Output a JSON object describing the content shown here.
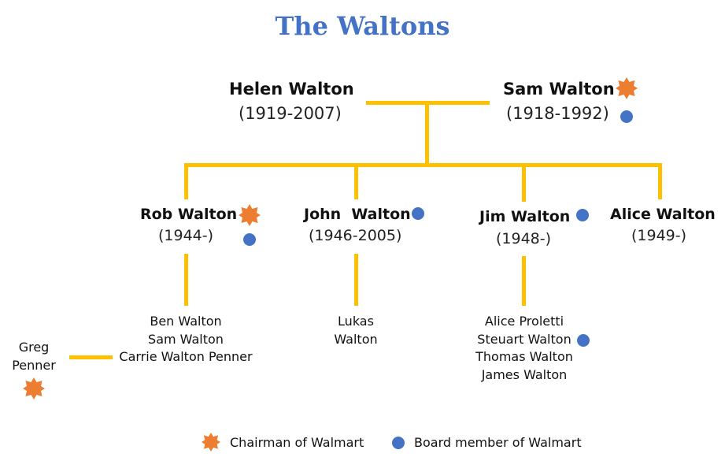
{
  "title": "The Waltons",
  "colors": {
    "title": "#4472c4",
    "line": "#ffc000",
    "chairman_star": "#ed7d31",
    "board_dot": "#4472c4"
  },
  "icons": {
    "chairman": "orange-star-icon",
    "board": "blue-dot-icon"
  },
  "parents": [
    {
      "name": "Helen Walton",
      "years": "(1919-2007)"
    },
    {
      "name": "Sam Walton",
      "years": "(1918-1992)",
      "chairman": true,
      "board": true
    }
  ],
  "children": [
    {
      "name": "Rob Walton",
      "years": "(1944-)",
      "chairman": true,
      "board": true
    },
    {
      "name": "John  Walton",
      "years": "(1946-2005)",
      "board": true
    },
    {
      "name": "Jim Walton",
      "years": "(1948-)",
      "board": true
    },
    {
      "name": "Alice Walton",
      "years": "(1949-)"
    }
  ],
  "grandchildren": {
    "rob": [
      "Ben Walton",
      "Sam Walton",
      "Carrie Walton Penner"
    ],
    "john": [
      "Lukas",
      "Walton"
    ],
    "jim": [
      "Alice Proletti",
      "Steuart Walton",
      "Thomas Walton",
      "James Walton"
    ]
  },
  "spouse": {
    "lines": [
      "Greg",
      "Penner"
    ],
    "chairman": true
  },
  "legend": {
    "chairman": "Chairman of Walmart",
    "board": "Board member of Walmart"
  }
}
